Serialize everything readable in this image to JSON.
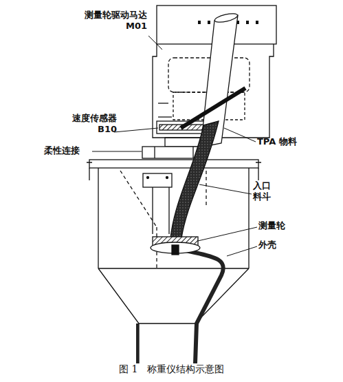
{
  "diagram": {
    "caption": "图 1   称重仪结构示意图",
    "labels": [
      "测量轮驱动马达 M01",
      "速度传感器 B10",
      "柔性连接",
      "TPA 物料",
      "入口 料斗",
      "测量轮",
      "外壳"
    ]
  }
}
